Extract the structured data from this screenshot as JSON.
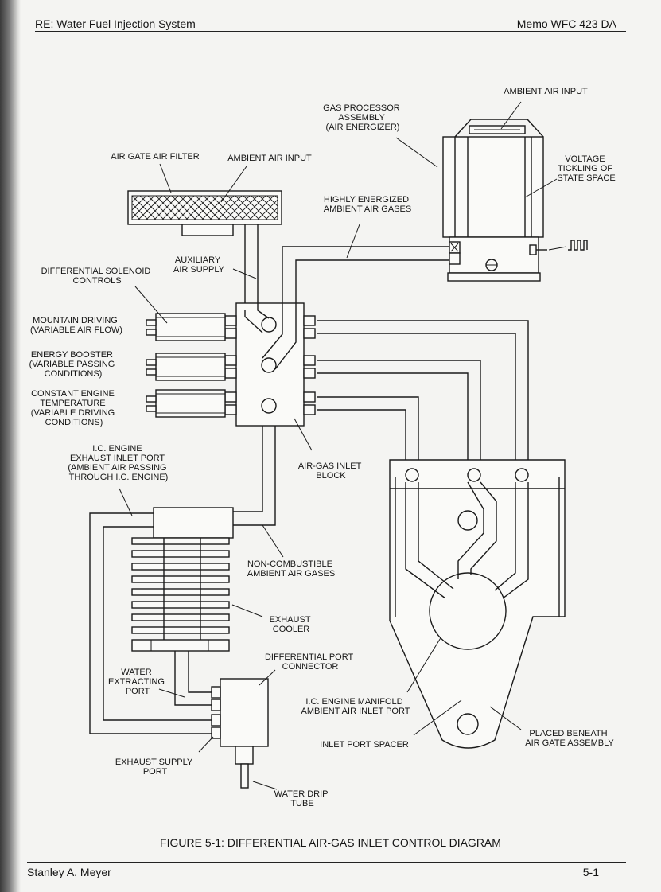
{
  "header": {
    "left": "RE: Water Fuel Injection System",
    "right": "Memo WFC 423 DA"
  },
  "diagram": {
    "labels": {
      "ambient_air_input_top": [
        "AMBIENT AIR INPUT"
      ],
      "gas_processor": [
        "GAS PROCESSOR",
        "ASSEMBLY",
        "(AIR ENERGIZER)"
      ],
      "voltage_tickling": [
        "VOLTAGE",
        "TICKLING OF",
        "STATE SPACE"
      ],
      "air_gate_filter": [
        "AIR GATE  AIR FILTER"
      ],
      "ambient_air_input_filter": [
        "AMBIENT AIR INPUT"
      ],
      "highly_energized": [
        "HIGHLY ENERGIZED",
        "AMBIENT AIR GASES"
      ],
      "auxiliary_air": [
        "AUXILIARY",
        "AIR SUPPLY"
      ],
      "differential_solenoid": [
        "DIFFERENTIAL SOLENOID",
        "CONTROLS"
      ],
      "mountain_driving": [
        "MOUNTAIN DRIVING",
        "(VARIABLE AIR FLOW)"
      ],
      "energy_booster": [
        "ENERGY BOOSTER",
        "(VARIABLE  PASSING",
        "CONDITIONS)"
      ],
      "constant_engine": [
        "CONSTANT ENGINE",
        "TEMPERATURE",
        "(VARIABLE DRIVING",
        "CONDITIONS)"
      ],
      "ic_engine_exhaust": [
        "I.C. ENGINE",
        "EXHAUST INLET PORT",
        "(AMBIENT AIR PASSING",
        "THROUGH I.C. ENGINE)"
      ],
      "air_gas_inlet_block": [
        "AIR-GAS INLET",
        "BLOCK"
      ],
      "non_combustible": [
        "NON-COMBUSTIBLE",
        "AMBIENT AIR GASES"
      ],
      "exhaust_cooler": [
        "EXHAUST",
        "COOLER"
      ],
      "differential_port": [
        "DIFFERENTIAL PORT",
        "CONNECTOR"
      ],
      "water_extracting": [
        "WATER",
        "EXTRACTING",
        "PORT"
      ],
      "ic_engine_manifold": [
        "I.C. ENGINE MANIFOLD",
        "AMBIENT AIR INLET PORT"
      ],
      "inlet_port_spacer": [
        "INLET PORT SPACER"
      ],
      "placed_beneath": [
        "PLACED BENEATH",
        "AIR GATE ASSEMBLY"
      ],
      "exhaust_supply": [
        "EXHAUST SUPPLY",
        "PORT"
      ],
      "water_drip": [
        "WATER DRIP",
        "TUBE"
      ]
    }
  },
  "caption": "FIGURE 5-1: DIFFERENTIAL AIR-GAS INLET CONTROL DIAGRAM",
  "footer": {
    "left": "Stanley A. Meyer",
    "right": "5-1"
  }
}
